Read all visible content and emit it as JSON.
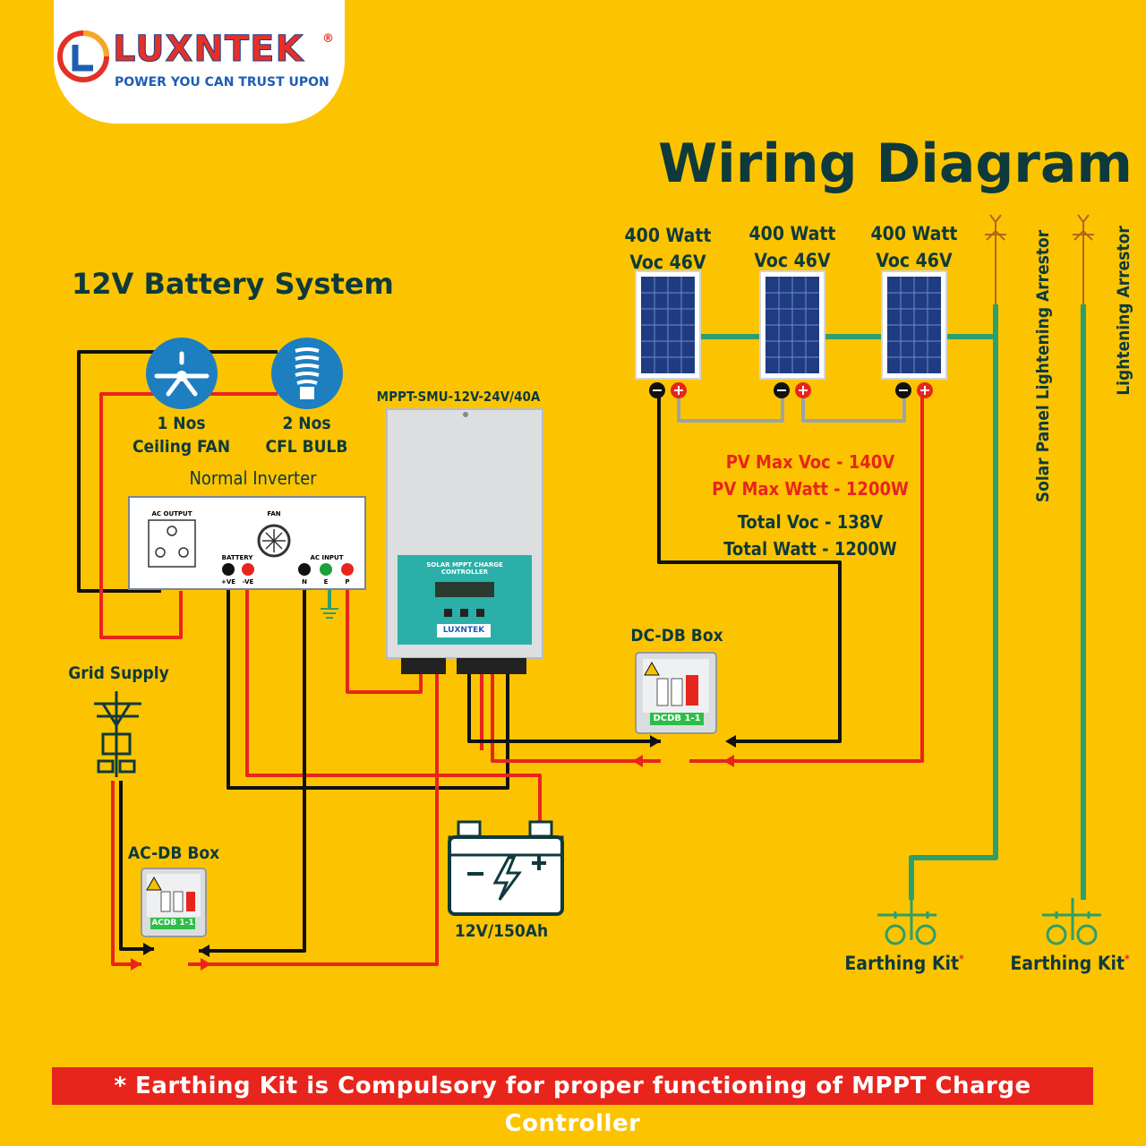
{
  "brand": {
    "name": "LUXNTEK",
    "registered": "®",
    "tagline": "POWER YOU CAN TRUST UPON"
  },
  "title": "Wiring Diagram",
  "subtitle": "12V Battery System",
  "panels": [
    {
      "watt": "400 Watt",
      "voc": "Voc 46V"
    },
    {
      "watt": "400 Watt",
      "voc": "Voc 46V"
    },
    {
      "watt": "400 Watt",
      "voc": "Voc 46V"
    }
  ],
  "arrestors": {
    "solar": "Solar Panel Lightening Arrestor",
    "main": "Lightening Arrestor"
  },
  "specs": {
    "max_voc": "PV Max Voc - 140V",
    "max_watt": "PV Max Watt - 1200W",
    "total_voc": "Total Voc - 138V",
    "total_watt": "Total Watt - 1200W"
  },
  "controller": {
    "model": "MPPT-SMU-12V-24V/40A",
    "panel_label": "SOLAR MPPT CHARGE CONTROLLER",
    "brand": "LUXNTEK"
  },
  "loads": {
    "fan": {
      "qty": "1 Nos",
      "name": "Ceiling FAN"
    },
    "bulb": {
      "qty": "2 Nos",
      "name": "CFL BULB"
    }
  },
  "inverter": {
    "title": "Normal Inverter",
    "ac_output": "AC OUTPUT",
    "fan": "FAN",
    "battery": "BATTERY",
    "pos": "+VE",
    "neg": "-VE",
    "ac_input": "AC INPUT",
    "n": "N",
    "e": "E",
    "p": "P"
  },
  "grid": "Grid Supply",
  "acdb": {
    "title": "AC-DB Box",
    "tag": "ACDB 1-1"
  },
  "dcdb": {
    "title": "DC-DB Box",
    "tag": "DCDB 1-1"
  },
  "battery": {
    "label": "12V/150Ah"
  },
  "earthing": [
    {
      "label": "Earthing Kit",
      "mark": "*"
    },
    {
      "label": "Earthing Kit",
      "mark": "*"
    }
  ],
  "footer": "* Earthing Kit is Compulsory for proper functioning of MPPT Charge Controller",
  "colors": {
    "background": "#FCC400",
    "red_wire": "#E8251C",
    "black_wire": "#111111",
    "earth_wire": "#2E9E6C",
    "text_dark": "#0E3A3C"
  }
}
